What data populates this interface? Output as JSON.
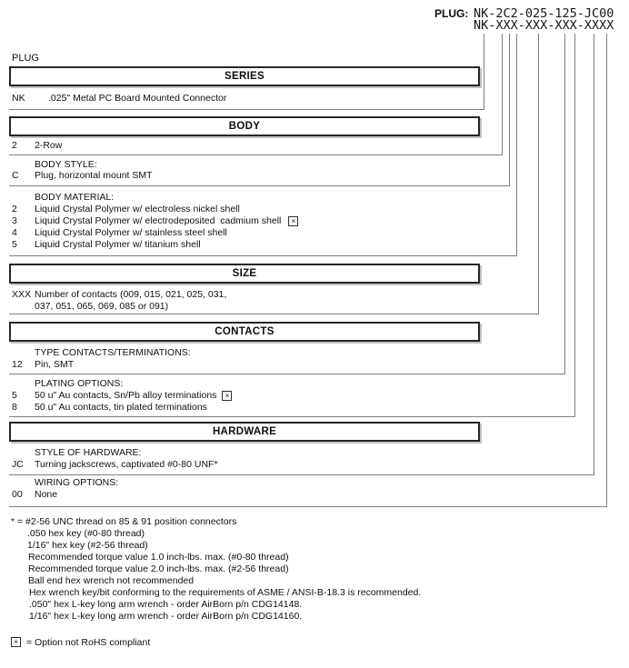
{
  "header": {
    "plug_label": "PLUG:",
    "part_number_example": "NK-2C2-025-125-JC00",
    "part_number_mask": "NK-XXX-XXX-XXX-XXXX"
  },
  "diagram_label": "PLUG",
  "sections": {
    "series": {
      "title": "SERIES",
      "code": "NK",
      "desc": ".025\" Metal PC Board Mounted Connector"
    },
    "body": {
      "title": "BODY",
      "row": {
        "code": "2",
        "desc": "2-Row"
      },
      "style": {
        "label": "BODY STYLE:",
        "code": "C",
        "desc": "Plug, horizontal mount SMT"
      },
      "material": {
        "label": "BODY MATERIAL:",
        "opts": [
          {
            "code": "2",
            "desc": "Liquid Crystal Polymer w/ electroless nickel shell"
          },
          {
            "code": "3",
            "desc": "Liquid Crystal Polymer w/ electrodeposited  cadmium shell"
          },
          {
            "code": "4",
            "desc": "Liquid Crystal Polymer w/ stainless steel shell"
          },
          {
            "code": "5",
            "desc": "Liquid Crystal Polymer w/ titanium shell"
          }
        ]
      }
    },
    "size": {
      "title": "SIZE",
      "code": "XXX",
      "desc_line1": "Number of contacts (009, 015, 021, 025, 031,",
      "desc_line2": "037, 051, 065, 069, 085 or 091)"
    },
    "contacts": {
      "title": "CONTACTS",
      "type": {
        "label": "TYPE CONTACTS/TERMINATIONS:",
        "code": "12",
        "desc": "Pin, SMT"
      },
      "plating": {
        "label": "PLATING OPTIONS:",
        "opts": [
          {
            "code": "5",
            "desc": "50 u\" Au contacts, Sn/Pb alloy terminations"
          },
          {
            "code": "8",
            "desc": "50 u\" Au contacts, tin plated terminations"
          }
        ]
      }
    },
    "hardware": {
      "title": "HARDWARE",
      "style": {
        "label": "STYLE OF HARDWARE:",
        "code": "JC",
        "desc": "Turning jackscrews, captivated #0-80 UNF*"
      },
      "wiring": {
        "label": "WIRING OPTIONS:",
        "code": "00",
        "desc": "None"
      }
    }
  },
  "footnotes": [
    "* = #2-56 UNC thread on 85 & 91 position connectors",
    ".050 hex key (#0-80 thread)",
    "1/16\" hex key (#2-56 thread)",
    "Recommended torque value 1.0 inch-lbs. max. (#0-80 thread)",
    "Recommended torque value 2.0 inch-lbs. max. (#2-56 thread)",
    "Ball end hex wrench not recommended",
    "Hex wrench key/bit conforming to the requirements of ASME / ANSI-B-18.3 is recommended.",
    ".050\" hex L-key long arm wrench - order AirBorn p/n CDG14148.",
    "1/16\" hex L-key long arm wrench - order AirBorn p/n CDG14160."
  ],
  "legend": {
    "symbol": "×",
    "text": "= Option not RoHS compliant"
  },
  "colors": {
    "text": "#111111",
    "connector_lines": "#7f7f7f",
    "box_border": "#262626"
  }
}
